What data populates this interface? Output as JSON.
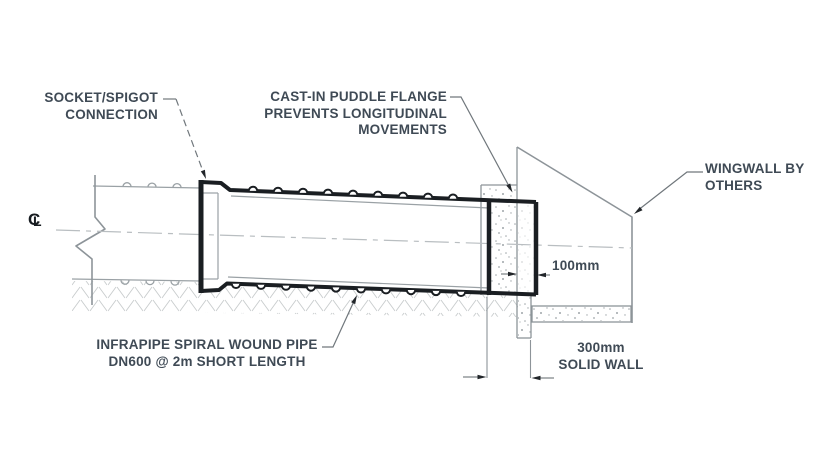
{
  "drawing": {
    "labels": {
      "socket": {
        "line1": "SOCKET/SPIGOT",
        "line2": "CONNECTION"
      },
      "puddle_flange": {
        "line1": "CAST-IN PUDDLE FLANGE",
        "line2": "PREVENTS LONGITUDINAL",
        "line3": "MOVEMENTS"
      },
      "wingwall": {
        "line1": "WINGWALL BY",
        "line2": "OTHERS"
      },
      "pipe": {
        "line1": "INFRAPIPE SPIRAL WOUND PIPE",
        "line2": "DN600 @ 2m SHORT LENGTH"
      }
    },
    "dimensions": {
      "flange_projection": "100mm",
      "wall": {
        "value": "300mm",
        "label": "SOLID WALL"
      }
    },
    "centerline": {
      "c": "C",
      "l": "L"
    },
    "colors": {
      "pipe_line": "#1a1e22",
      "structure_line": "#8d9499",
      "text": "#3f4a55",
      "hatch": "#c8cccd",
      "background": "#ffffff"
    }
  }
}
